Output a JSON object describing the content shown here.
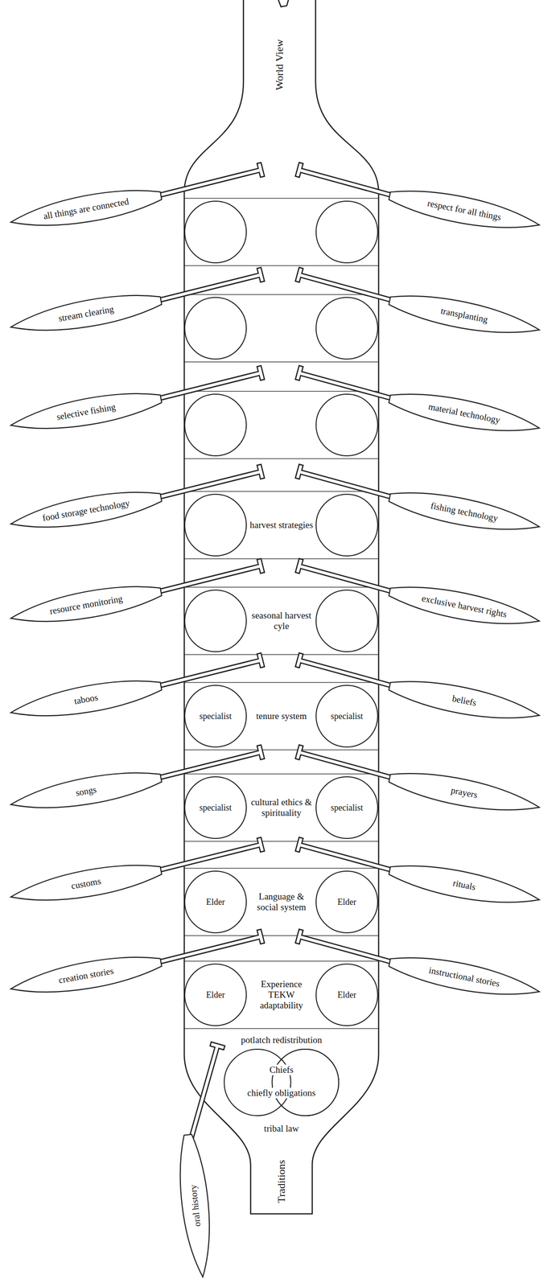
{
  "diagram": {
    "nodes": [
      {
        "text": [
          "all things are connected"
        ]
      },
      {
        "text": [
          "respect for all things"
        ]
      },
      {
        "text": [
          "stream clearing"
        ]
      },
      {
        "text": [
          "transplanting"
        ]
      },
      {
        "text": [
          "selective fishing"
        ]
      },
      {
        "text": [
          "material technology"
        ]
      },
      {
        "text": [
          "food storage technology"
        ]
      },
      {
        "text": [
          "fishing technology"
        ]
      },
      {
        "text": [
          "resource monitoring"
        ]
      },
      {
        "text": [
          "exclusive harvest rights"
        ]
      },
      {
        "text": [
          "taboos"
        ]
      },
      {
        "text": [
          "beliefs"
        ]
      },
      {
        "text": [
          "specialist"
        ]
      },
      {
        "text": [
          "specialist"
        ]
      },
      {
        "text": [
          "songs"
        ]
      },
      {
        "text": [
          "prayers"
        ]
      },
      {
        "text": [
          "specialist"
        ]
      },
      {
        "text": [
          "specialist"
        ]
      },
      {
        "text": [
          "customs"
        ]
      },
      {
        "text": [
          "rituals"
        ]
      },
      {
        "text": [
          "Elder"
        ]
      },
      {
        "text": [
          "Elder"
        ]
      },
      {
        "text": [
          "creation stories"
        ]
      },
      {
        "text": [
          "instructional stories"
        ]
      },
      {
        "text": [
          "Elder"
        ]
      },
      {
        "text": [
          "Elder"
        ]
      },
      {
        "text": [
          "Chiefs",
          "chiefly obligations"
        ]
      },
      {
        "text": [
          "oral history"
        ]
      }
    ],
    "labels": [
      "World View",
      "harvest strategies",
      "seasonal harvest cyle",
      "tenure system",
      "cultural ethics & spirituality",
      "Language & social system",
      "Experience TEKW adaptability",
      "potlatch redistribution",
      "tribal law",
      "Traditions"
    ]
  }
}
